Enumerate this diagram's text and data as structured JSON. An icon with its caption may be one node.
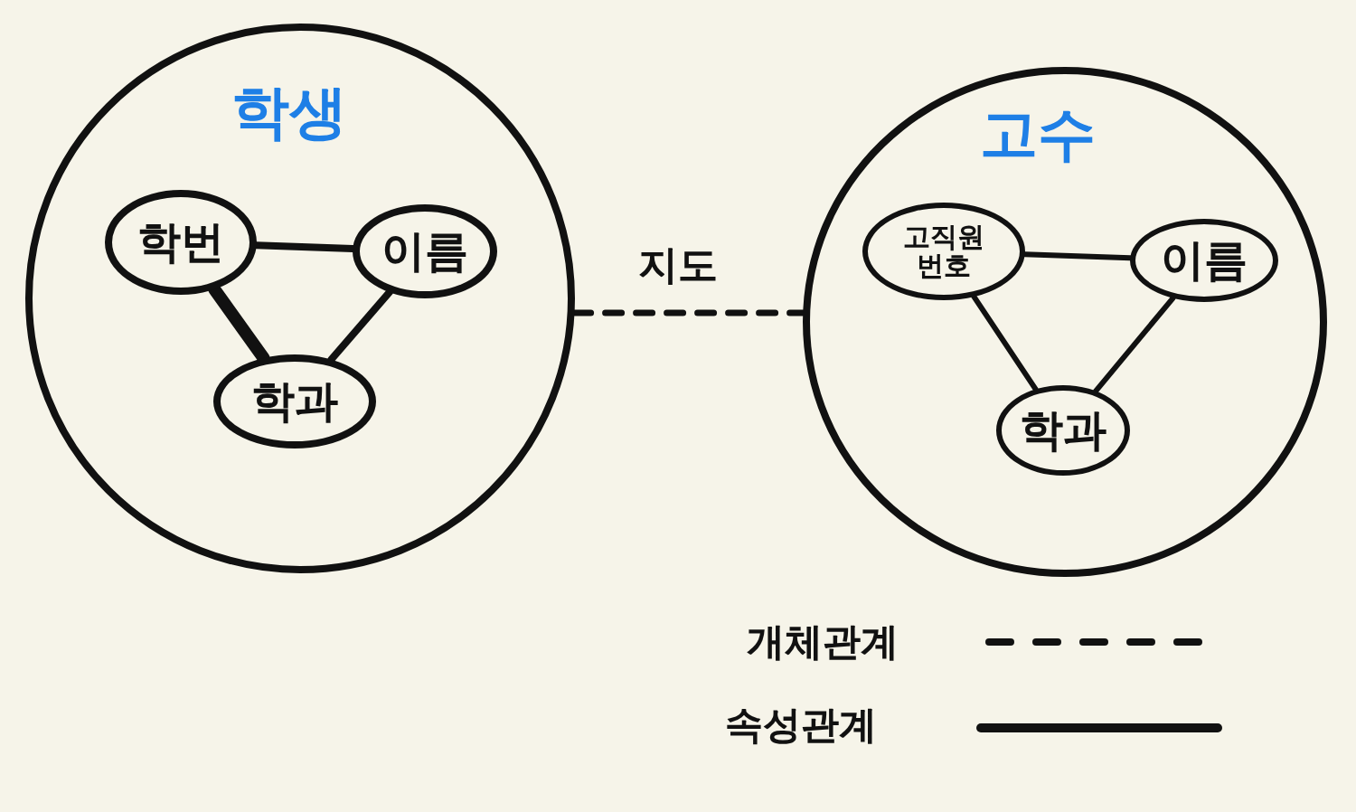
{
  "diagram": {
    "nodes": [
      {
        "text": [
          "학생"
        ]
      },
      {
        "text": [
          "학번"
        ],
        "in": 0
      },
      {
        "text": [
          "이름"
        ],
        "in": 0
      },
      {
        "text": [
          "학과"
        ],
        "in": 0
      },
      {
        "text": [
          "고수"
        ]
      },
      {
        "text": [
          "고직원 번호"
        ],
        "in": 4
      },
      {
        "text": [
          "이름"
        ],
        "in": 4
      },
      {
        "text": [
          "학과"
        ],
        "in": 4
      }
    ],
    "edges": [
      {
        "from": 1,
        "to": 2,
        "arrow": "none"
      },
      {
        "from": 1,
        "to": 3,
        "arrow": "none",
        "style": "thick"
      },
      {
        "from": 2,
        "to": 3,
        "arrow": "none"
      },
      {
        "from": 5,
        "to": 6,
        "arrow": "none"
      },
      {
        "from": 5,
        "to": 7,
        "arrow": "none"
      },
      {
        "from": 6,
        "to": 7,
        "arrow": "none"
      },
      {
        "from": 0,
        "to": 4,
        "arrow": "none",
        "style": "dashed",
        "label": "지도"
      }
    ],
    "legend": [
      {
        "text": "개체관계"
      },
      {
        "text": "속성관계"
      }
    ]
  }
}
